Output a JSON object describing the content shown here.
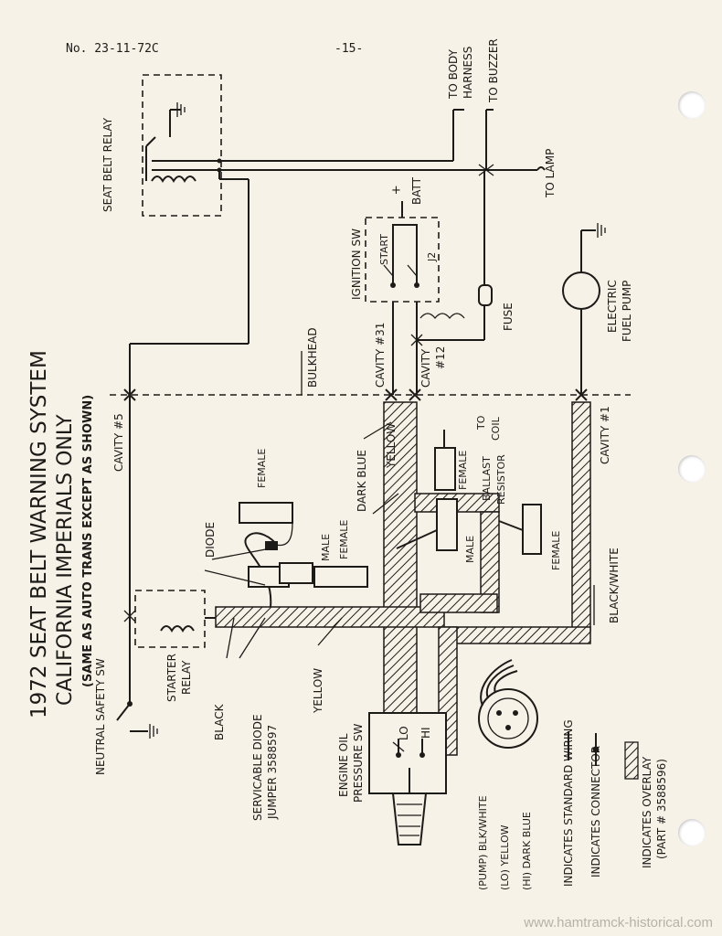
{
  "header": {
    "doc_number": "No. 23-11-72C",
    "page_number": "-15-"
  },
  "title": {
    "line1": "1972 SEAT BELT WARNING SYSTEM",
    "line2": "CALIFORNIA IMPERIALS ONLY",
    "line3": "(SAME AS AUTO TRANS EXCEPT AS SHOWN)"
  },
  "labels": {
    "seat_belt_relay": "SEAT BELT RELAY",
    "to_body_harness_1": "TO BODY",
    "to_body_harness_2": "HARNESS",
    "to_buzzer": "TO BUZZER",
    "to_lamp": "TO LAMP",
    "batt_plus": "+",
    "batt": "BATT",
    "ignition_sw": "IGNITION SW",
    "start": "START",
    "j2": "J2",
    "fuse": "FUSE",
    "electric": "ELECTRIC",
    "fuel_pump": "FUEL PUMP",
    "bulkhead": "BULKHEAD",
    "cavity_5": "CAVITY #5",
    "cavity_31": "CAVITY #31",
    "cavity_12_a": "CAVITY",
    "cavity_12_b": "#12",
    "cavity_1": "CAVITY #1",
    "yellow_wire": "YELLOW",
    "dark_blue_wire": "DARK BLUE",
    "black_white_wire": "BLACK/WHITE",
    "to_coil_1": "TO",
    "to_coil_2": "COIL",
    "ballast_1": "BALLAST",
    "ballast_2": "RESISTOR",
    "female_1": "FEMALE",
    "female_2": "FEMALE",
    "female_3": "FEMALE",
    "female_4": "FEMALE",
    "male_1": "MALE",
    "male_2": "MALE",
    "diode": "DIODE",
    "starter_1": "STARTER",
    "starter_2": "RELAY",
    "neutral_safety": "NEUTRAL SAFETY SW",
    "black": "BLACK",
    "serv_diode_1": "SERVICABLE DIODE",
    "serv_diode_2": "JUMPER 3588597",
    "yellow_lower": "YELLOW",
    "engine_oil_1": "ENGINE OIL",
    "engine_oil_2": "PRESSURE SW",
    "lo": "LO",
    "hi": "HI",
    "pump_blk_white": "(PUMP) BLK/WHITE",
    "lo_yellow": "(LO) YELLOW",
    "hi_dark_blue": "(HI) DARK BLUE"
  },
  "legend": {
    "standard_wiring": "INDICATES STANDARD WIRING",
    "connector": "INDICATES CONNECTOR",
    "overlay_1": "INDICATES OVERLAY",
    "overlay_2": "(PART # 3588596)"
  },
  "watermark": "www.hamtramck-historical.com"
}
